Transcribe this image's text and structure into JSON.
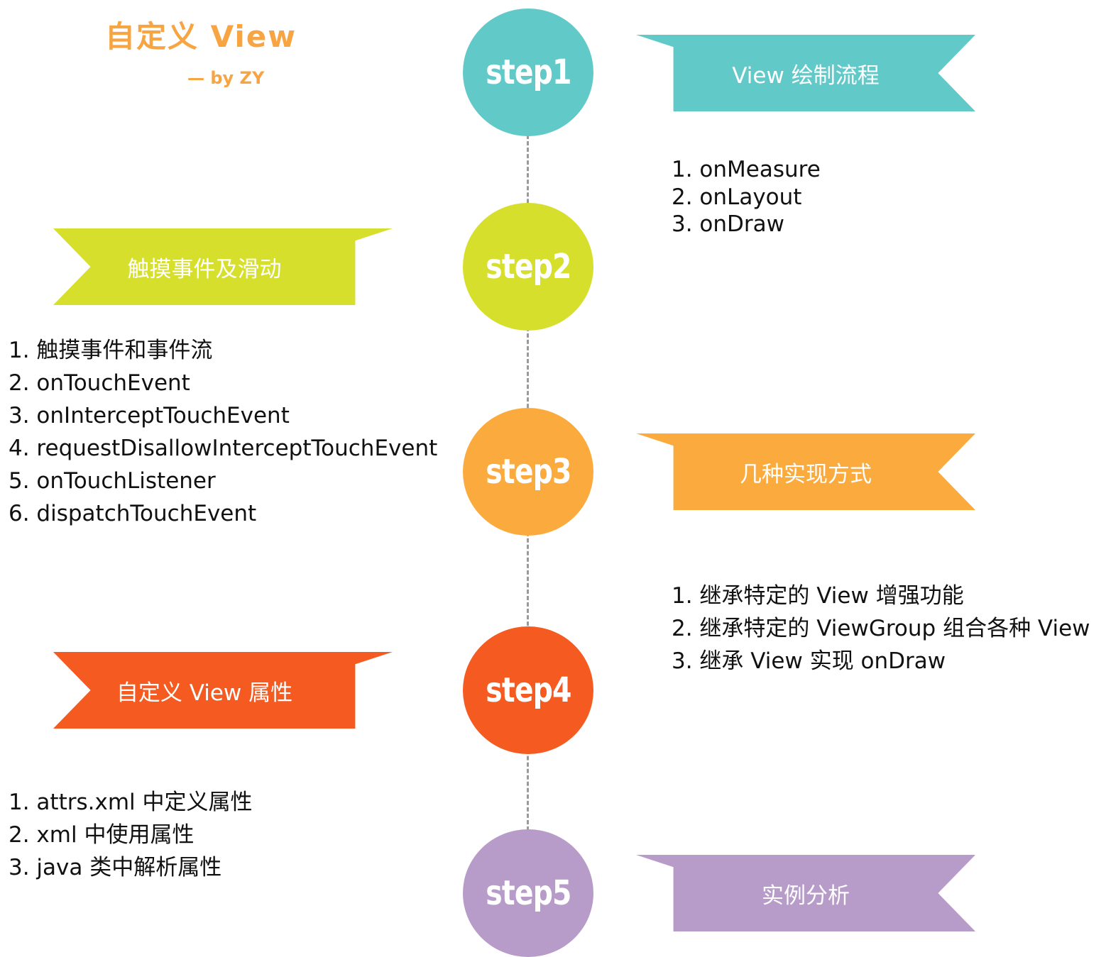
{
  "title": "自定义 View",
  "byline": "— by ZY",
  "colors": {
    "title": "#f7a442",
    "timeline": "#9a9a9a",
    "step1": "#62c9c9",
    "step2": "#d6df2c",
    "step3": "#fbab3d",
    "step4": "#f55a21",
    "step5": "#b79bc9"
  },
  "steps": [
    {
      "label": "step1",
      "ribbon": "View 绘制流程",
      "items": [
        "1. onMeasure",
        "2. onLayout",
        "3. onDraw"
      ]
    },
    {
      "label": "step2",
      "ribbon": "触摸事件及滑动",
      "items": [
        "1. 触摸事件和事件流",
        "2. onTouchEvent",
        "3. onInterceptTouchEvent",
        "4. requestDisallowInterceptTouchEvent",
        "5. onTouchListener",
        "6. dispatchTouchEvent"
      ]
    },
    {
      "label": "step3",
      "ribbon": "几种实现方式",
      "items": [
        "1. 继承特定的 View 增强功能",
        "2. 继承特定的 ViewGroup 组合各种 View",
        "3. 继承 View 实现 onDraw"
      ]
    },
    {
      "label": "step4",
      "ribbon": "自定义 View 属性",
      "items": [
        "1. attrs.xml 中定义属性",
        "2. xml 中使用属性",
        "3. java 类中解析属性"
      ]
    },
    {
      "label": "step5",
      "ribbon": "实例分析",
      "items": []
    }
  ]
}
